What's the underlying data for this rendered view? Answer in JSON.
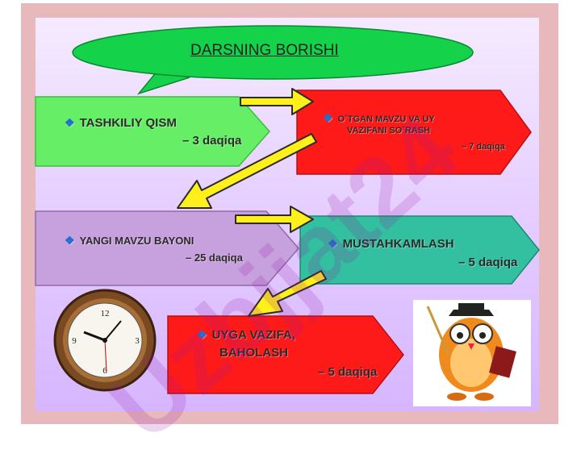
{
  "title": "DARSNING BORISHI",
  "watermark": "Uzbjjat24",
  "steps": [
    {
      "label": "TASHKILIY  QISM",
      "time": "– 3 daqiqa",
      "color": "#66ee66"
    },
    {
      "label_line1": "O`TGAN  MAVZU VA UY",
      "label_line2": "VAZIFANI  SO`RASH",
      "time": "– 7 daqiqa",
      "color": "#ff1a1a"
    },
    {
      "label": "YANGI MAVZU BAYONI",
      "time": "– 25 daqiqa",
      "color": "#c7a0de"
    },
    {
      "label": "MUSTAHKAMLASH",
      "time": "– 5 daqiqa",
      "color": "#33c0a0"
    },
    {
      "label_line1": "UYGA  VAZIFA,",
      "label_line2": "BAHOLASH",
      "time": "– 5 daqiqa",
      "color": "#ff1a1a"
    }
  ],
  "icons": {
    "bullet": "diamond-bullet-icon",
    "clock": "wall-clock-icon",
    "owl": "owl-teacher-icon"
  }
}
